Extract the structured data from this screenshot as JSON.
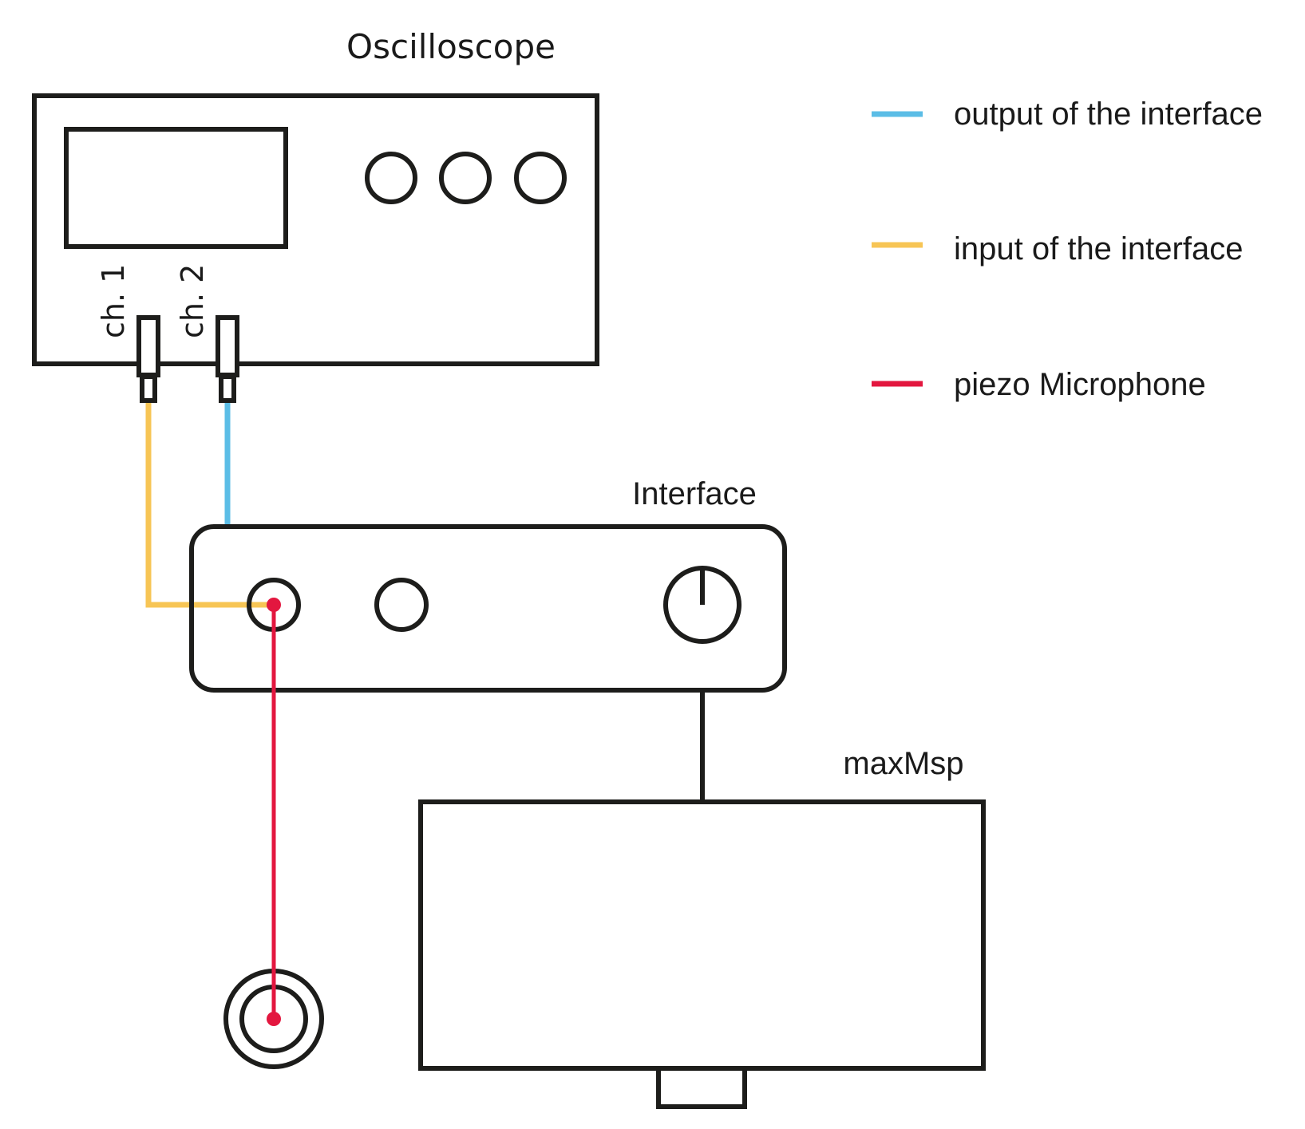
{
  "labels": {
    "oscilloscope": "Oscilloscope",
    "ch1": "ch. 1",
    "ch2": "ch. 2",
    "interface": "Interface",
    "maxmsp": "maxMsp"
  },
  "legend": [
    {
      "label": "output of the interface",
      "color": "#5bbde6"
    },
    {
      "label": "input of the interface",
      "color": "#f7c555"
    },
    {
      "label": "piezo Microphone",
      "color": "#e3173f"
    }
  ],
  "colors": {
    "stroke": "#1d1d1b",
    "output_cable": "#5bbde6",
    "input_cable": "#f7c555",
    "piezo_cable": "#e3173f"
  }
}
